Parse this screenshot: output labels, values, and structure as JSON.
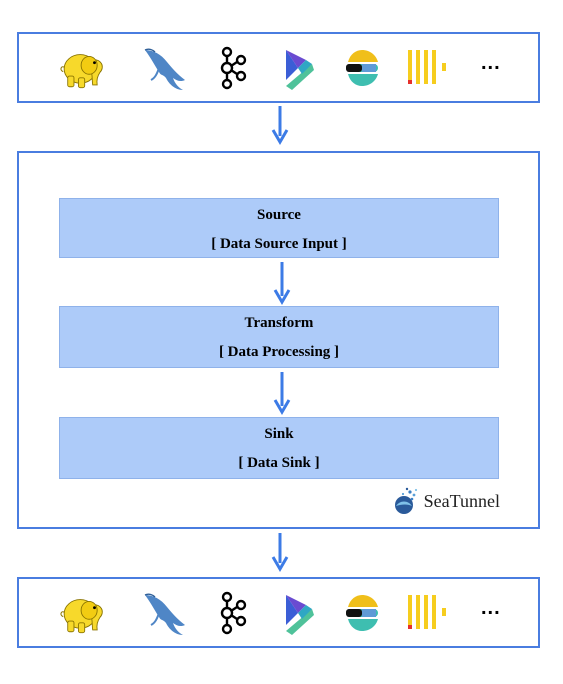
{
  "diagram": {
    "input_connectors": {
      "icons": [
        "hadoop-elephant-icon",
        "mysql-dolphin-icon",
        "kafka-icon",
        "kudu-icon",
        "elasticsearch-icon",
        "clickhouse-icon"
      ],
      "more": "..."
    },
    "engine": {
      "stages": [
        {
          "title": "Source",
          "subtitle": "[ Data Source Input ]"
        },
        {
          "title": "Transform",
          "subtitle": "[ Data Processing ]"
        },
        {
          "title": "Sink",
          "subtitle": "[ Data Sink ]"
        }
      ],
      "brand": "SeaTunnel"
    },
    "output_connectors": {
      "icons": [
        "hadoop-elephant-icon",
        "mysql-dolphin-icon",
        "kafka-icon",
        "kudu-icon",
        "elasticsearch-icon",
        "clickhouse-icon"
      ],
      "more": "..."
    },
    "colors": {
      "border": "#4a7de0",
      "arrow": "#3c7be6",
      "stage_fill": "#adcbf9",
      "hadoop_yellow": "#f7d92b",
      "mysql_blue": "#4f86c6",
      "clickhouse_yellow": "#f6cd1e",
      "clickhouse_red": "#e6302b"
    }
  }
}
